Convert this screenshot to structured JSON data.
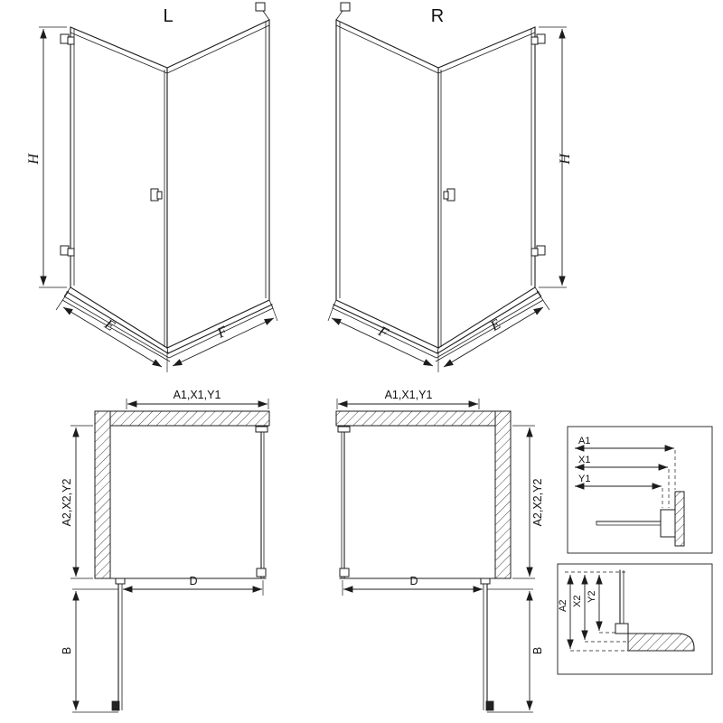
{
  "diagram": {
    "iso_left": {
      "variant": "L",
      "height": "H",
      "door_width": "E",
      "fixed_width": "F"
    },
    "iso_right": {
      "variant": "R",
      "height": "H",
      "door_width": "E",
      "fixed_width": "F"
    },
    "plan_left": {
      "width_dim": "A1,X1,Y1",
      "depth_dim": "A2,X2,Y2",
      "opening_dim": "D",
      "door_dim": "B"
    },
    "plan_right": {
      "width_dim": "A1,X1,Y1",
      "depth_dim": "A2,X2,Y2",
      "opening_dim": "D",
      "door_dim": "B"
    },
    "detail_top": {
      "labels": [
        "A1",
        "X1",
        "Y1"
      ]
    },
    "detail_bottom": {
      "labels": [
        "A2",
        "X2",
        "Y2"
      ]
    }
  },
  "colors": {
    "line": "#1c1c1c",
    "background": "#ffffff"
  }
}
